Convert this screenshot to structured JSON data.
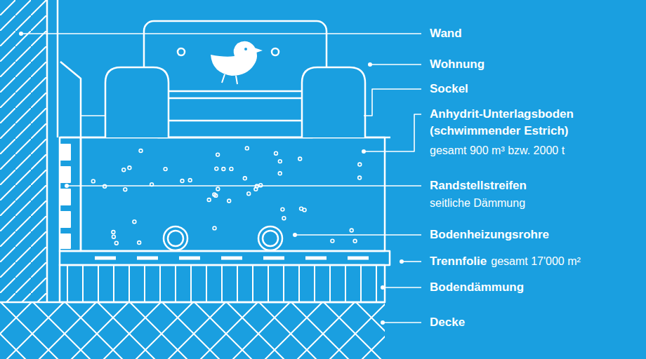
{
  "diagram": {
    "labels": [
      "Wand",
      "Wohnung",
      "Sockel",
      "Anhydrit-Unterlagsboden (schwimmender Estrich)",
      "gesamt 900 m³ bzw. 2000 t",
      "Randstellstreifen",
      "seitliche Dämmung",
      "Bodenheizungsrohre",
      "Trennfolie",
      "gesamt 17'000 m²",
      "Bodendämmung",
      "Decke"
    ]
  }
}
